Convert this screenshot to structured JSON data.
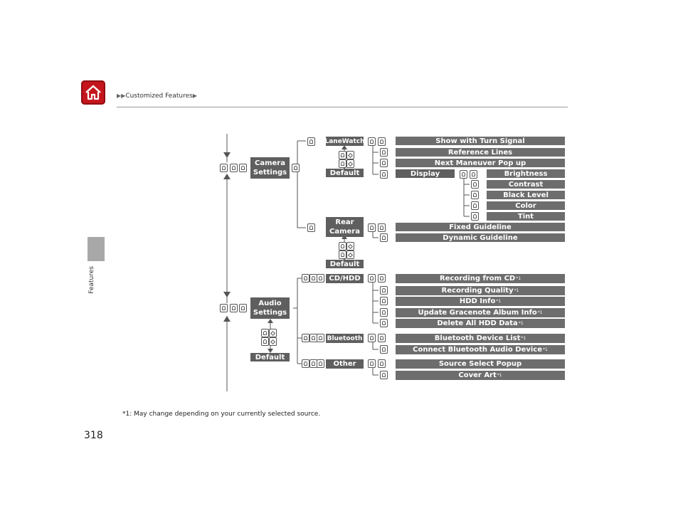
{
  "header": {
    "breadcrumb_prefix": "▶▶",
    "breadcrumb": "Customized Features",
    "breadcrumb_suffix": "▶"
  },
  "sidebar": {
    "tab_label": "Features"
  },
  "page_number": "318",
  "footnote": "*1: May change depending on your currently selected source.",
  "tree": {
    "camera_settings": "Camera Settings",
    "lanewatch": "LaneWatch",
    "default": "Default",
    "show_with_turn_signal": "Show with Turn Signal",
    "reference_lines": "Reference Lines",
    "next_maneuver_pop_up": "Next Maneuver Pop up",
    "display": "Display",
    "brightness": "Brightness",
    "contrast": "Contrast",
    "black_level": "Black Level",
    "color": "Color",
    "tint": "Tint",
    "rear_camera": "Rear Camera",
    "fixed_guideline": "Fixed Guideline",
    "dynamic_guideline": "Dynamic Guideline",
    "audio_settings": "Audio Settings",
    "cd_hdd": "CD/HDD",
    "recording_from_cd": "Recording from CD",
    "recording_quality": "Recording Quality",
    "hdd_info": "HDD Info",
    "update_gracenote": "Update Gracenote Album Info",
    "delete_all_hdd": "Delete All HDD Data",
    "bluetooth": "Bluetooth",
    "bluetooth_device_list": "Bluetooth Device List",
    "connect_bluetooth_audio": "Connect Bluetooth Audio Device",
    "other": "Other",
    "source_select_popup": "Source Select Popup",
    "cover_art": "Cover Art",
    "footnote_mark": "*1"
  }
}
